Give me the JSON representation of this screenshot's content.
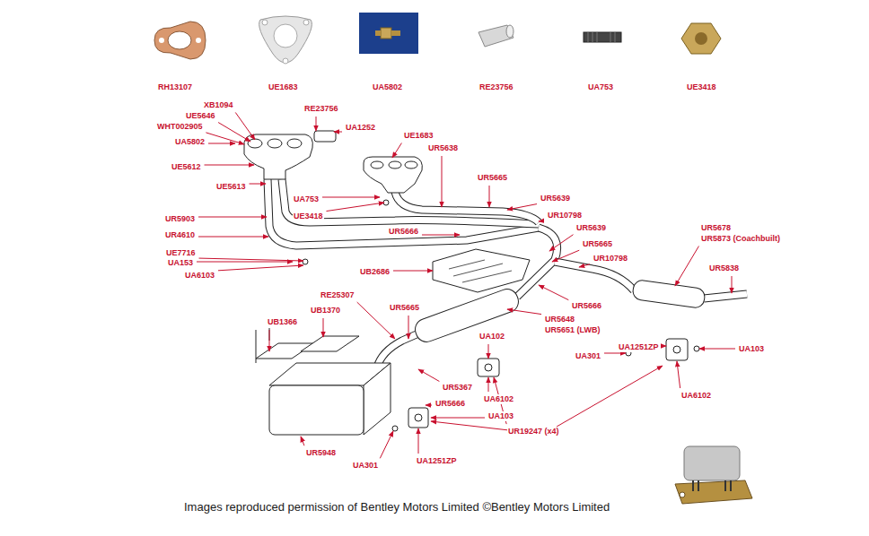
{
  "diagram": {
    "caption": "Images reproduced permission of Bentley Motors Limited ©Bentley Motors Limited",
    "labels": [
      "RH13107",
      "UE1683",
      "UA5802",
      "RE23756",
      "UA753",
      "UE3418",
      "XB1094",
      "UE5646",
      "WHT002905",
      "UA5802",
      "UE5612",
      "UE5613",
      "UR5903",
      "UR4610",
      "UE7716",
      "UA153",
      "UA6103",
      "RE23756",
      "UA1252",
      "UE1683",
      "UR5638",
      "UA753",
      "UE3418",
      "UR5665",
      "UR5639",
      "UR10798",
      "UR5666",
      "UR5639",
      "UR5665",
      "UR5678",
      "UR5873 (Coachbuilt)",
      "UR10798",
      "UR5838",
      "UB2686",
      "RE25307",
      "UB1366",
      "UB1370",
      "UR5665",
      "UR5666",
      "UR5648",
      "UR5651 (LWB)",
      "UA1251ZP",
      "UA102",
      "UA301",
      "UA103",
      "UR5367",
      "UA6102",
      "UA6102",
      "UR5666",
      "UA103",
      "UR19247 (x4)",
      "UR5948",
      "UA301",
      "UA1251ZP"
    ]
  }
}
